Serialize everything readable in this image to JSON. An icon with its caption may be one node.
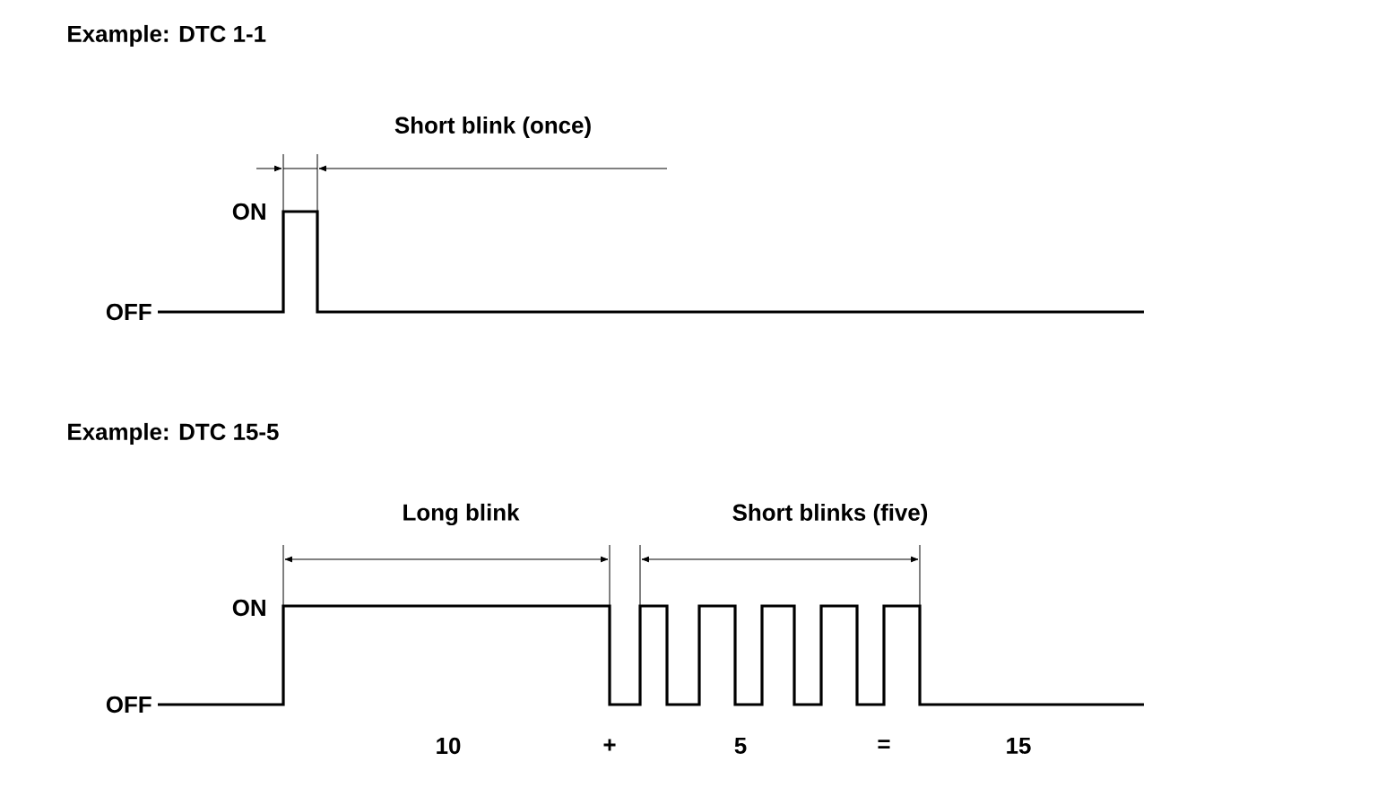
{
  "diagram": {
    "labels": [
      "Example: DTC 1-1",
      "Short blink (once)",
      "ON",
      "OFF",
      "Example: DTC 15-5",
      "Long blink",
      "Short blinks (five)",
      "ON",
      "OFF",
      "10",
      "+",
      "5",
      "=",
      "15"
    ]
  }
}
